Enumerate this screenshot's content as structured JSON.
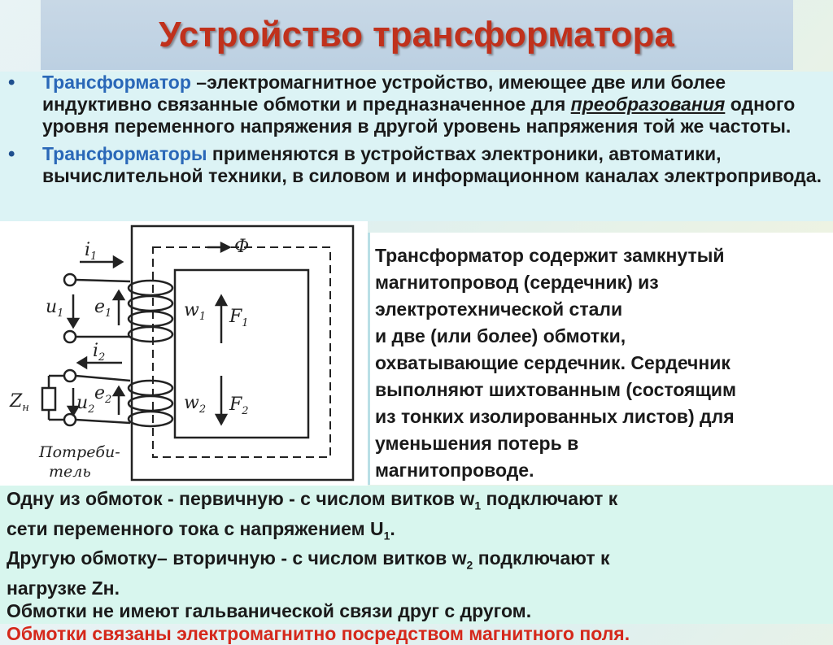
{
  "title": "Устройство трансформатора",
  "bullets": [
    {
      "term": "Трансформатор",
      "text_a": " –электромагнитное устройство, имеющее две или более индуктивно связанные обмотки и предназначенное для ",
      "emph": "преобразования",
      "text_b": " одного уровня переменного напряжения в другой уровень напряжения той же частоты."
    },
    {
      "term": "Трансформаторы",
      "text_a": " применяются в устройствах электроники, автоматики, вычислительной техники, в силовом и информационном каналах электропривода."
    }
  ],
  "right_text": [
    "Трансформатор содержит замкнутый",
    "магнитопровод (сердечник) из",
    "электротехнической стали",
    "и две (или более) обмотки,",
    "охватывающие сердечник. Сердечник",
    "выполняют шихтованным (состоящим",
    "из тонких изолированных листов) для",
    "уменьшения потерь в",
    "магнитопроводе."
  ],
  "bottom": {
    "l1_a": "Одну из обмоток - первичную - с числом витков w",
    "l1_sub": "1",
    "l1_b": " подключают к",
    "l2_a": "сети переменного тока с напряжением U",
    "l2_sub": "1",
    "l2_b": ".",
    "l3_a": "Другую обмотку– вторичную - с числом витков w",
    "l3_sub": "2",
    "l3_b": " подключают к",
    "l4": "нагрузке Zн.",
    "l5": "Обмотки не имеют гальванической связи друг с другом.",
    "l6": "Обмотки связаны электромагнитно посредством магнитного поля."
  },
  "diagram": {
    "i1": "i",
    "i1_sub": "1",
    "u1": "u",
    "u1_sub": "1",
    "e1": "e",
    "e1_sub": "1",
    "w1": "w",
    "w1_sub": "1",
    "F1": "F",
    "F1_sub": "1",
    "phi": "Ф",
    "i2": "i",
    "i2_sub": "2",
    "u2": "u",
    "u2_sub": "2",
    "e2": "e",
    "e2_sub": "2",
    "w2": "w",
    "w2_sub": "2",
    "F2": "F",
    "F2_sub": "2",
    "zn": "Z",
    "zn_sub": "н",
    "consumer_1": "Потреби-",
    "consumer_2": "тель"
  },
  "colors": {
    "title": "#c0311c",
    "term": "#2a68b8",
    "highlight_red": "#d5281b"
  }
}
